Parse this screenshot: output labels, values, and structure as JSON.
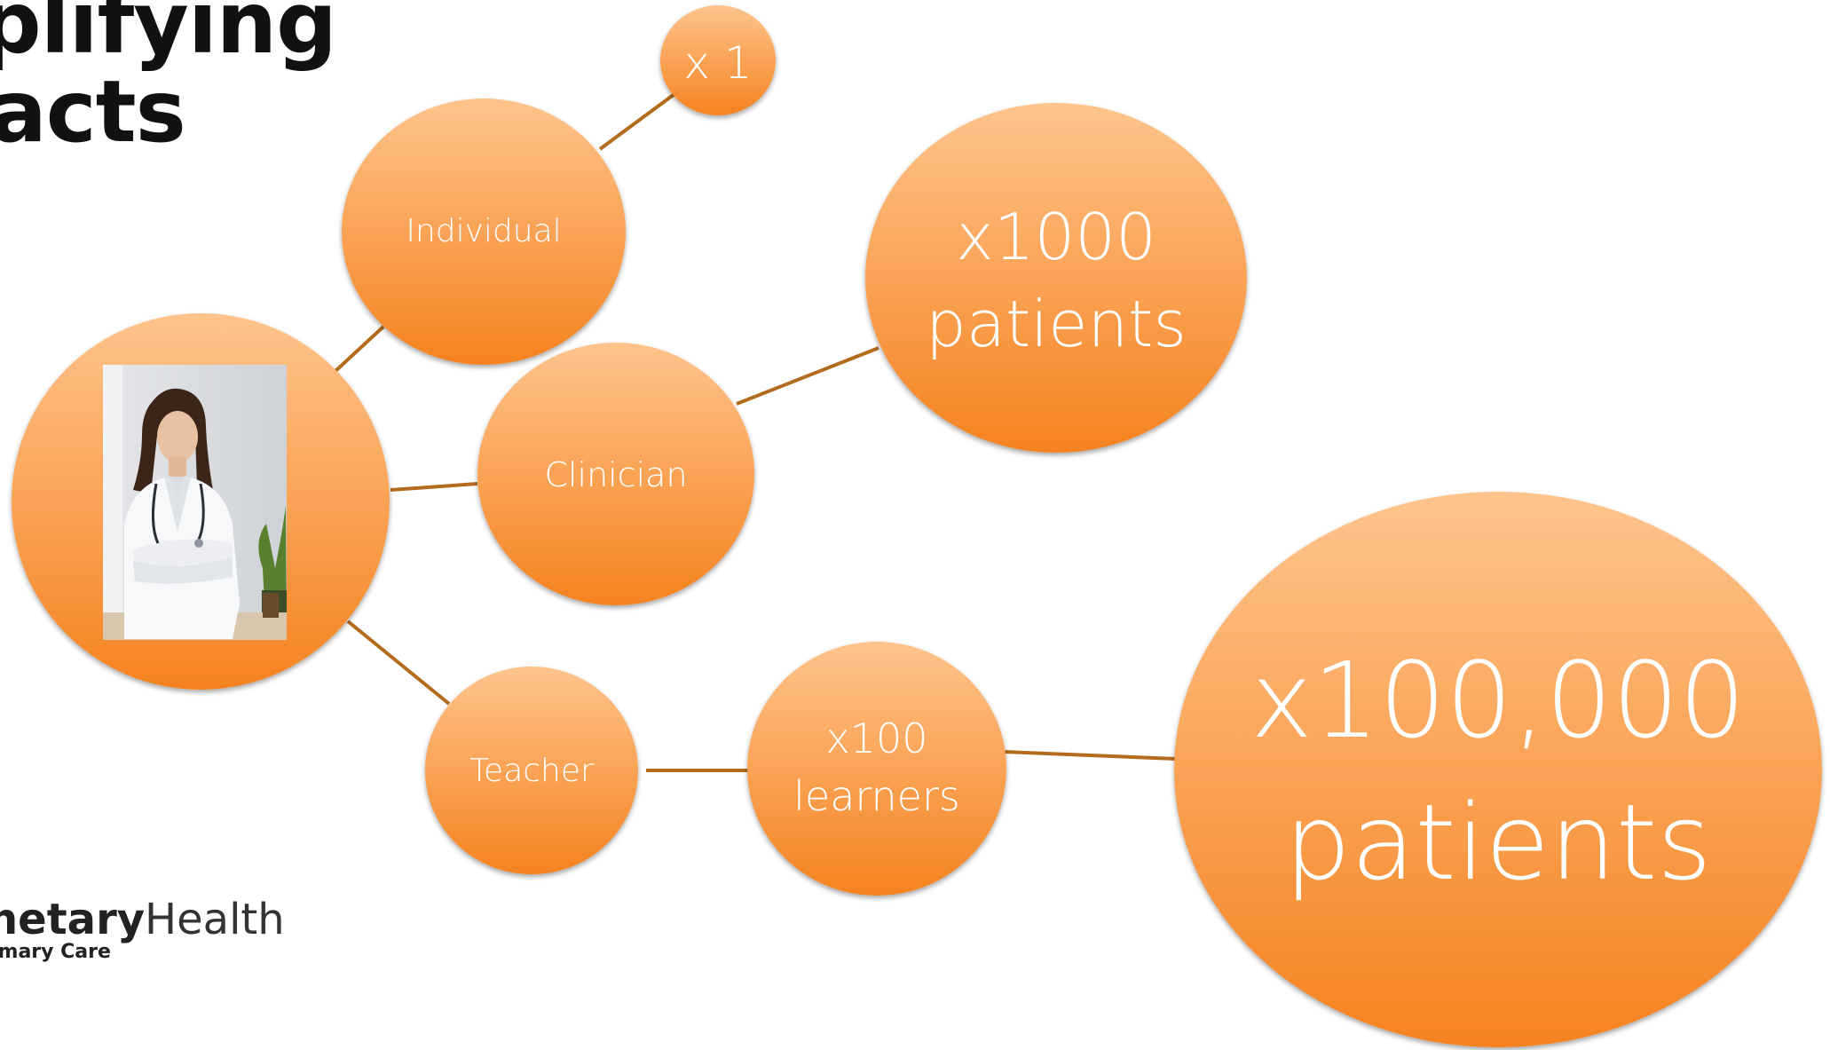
{
  "title": {
    "line1": "plifying",
    "line2": "acts"
  },
  "nodes": {
    "doctor": {
      "label": ""
    },
    "individual": {
      "label": "Individual"
    },
    "x1": {
      "label": "x 1"
    },
    "clinician": {
      "label": "Clinician"
    },
    "x1000": {
      "line1": "x1000",
      "line2": "patients"
    },
    "teacher": {
      "label": "Teacher"
    },
    "x100": {
      "line1": "x100",
      "line2": "learners"
    },
    "x100000": {
      "line1": "x100,000",
      "line2": "patients"
    }
  },
  "logo": {
    "bold": "netary",
    "thin": "Health",
    "sub": "imary Care"
  },
  "colors": {
    "bubble_top": "#ffc48c",
    "bubble_bottom": "#f5821f",
    "connector": "#b36b1c",
    "text": "#ffffff"
  }
}
